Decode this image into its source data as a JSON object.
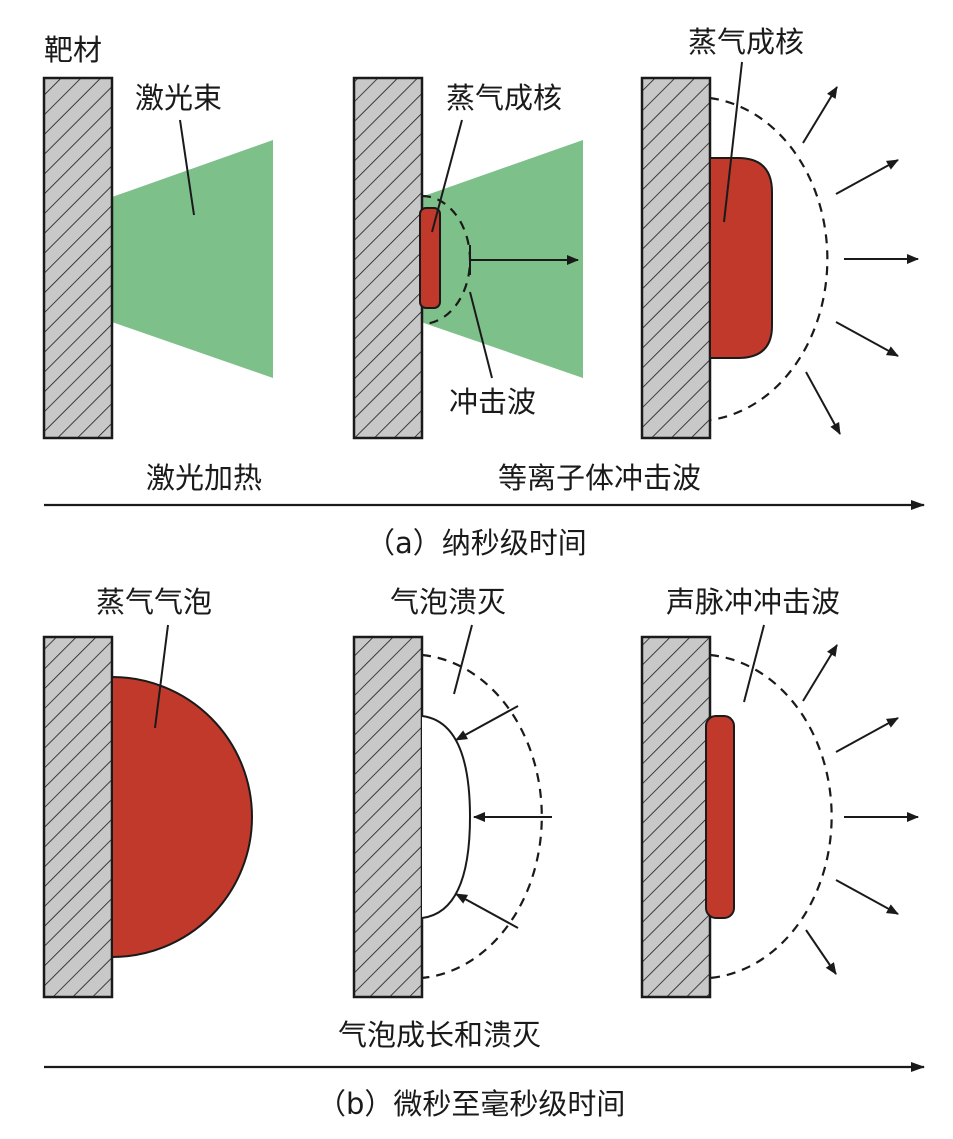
{
  "labels": {
    "target": "靶材",
    "laser_beam": "激光束",
    "vapor_nucleus_a2": "蒸气成核",
    "shock_wave_a2": "冲击波",
    "vapor_nucleus_a3": "蒸气成核",
    "vapor_bubble": "蒸气气泡",
    "bubble_collapse": "气泡溃灭",
    "acoustic_shock": "声脉冲冲击波"
  },
  "timeline_a": {
    "stage1": "激光加热",
    "stage2": "等离子体冲击波",
    "caption": "（a）纳秒级时间"
  },
  "timeline_b": {
    "stage": "气泡成长和溃灭",
    "caption": "（b）微秒至毫秒级时间"
  },
  "colors": {
    "vapor": "#c0392b",
    "laser": "#7ec08a",
    "target": "#c8c8c8"
  }
}
